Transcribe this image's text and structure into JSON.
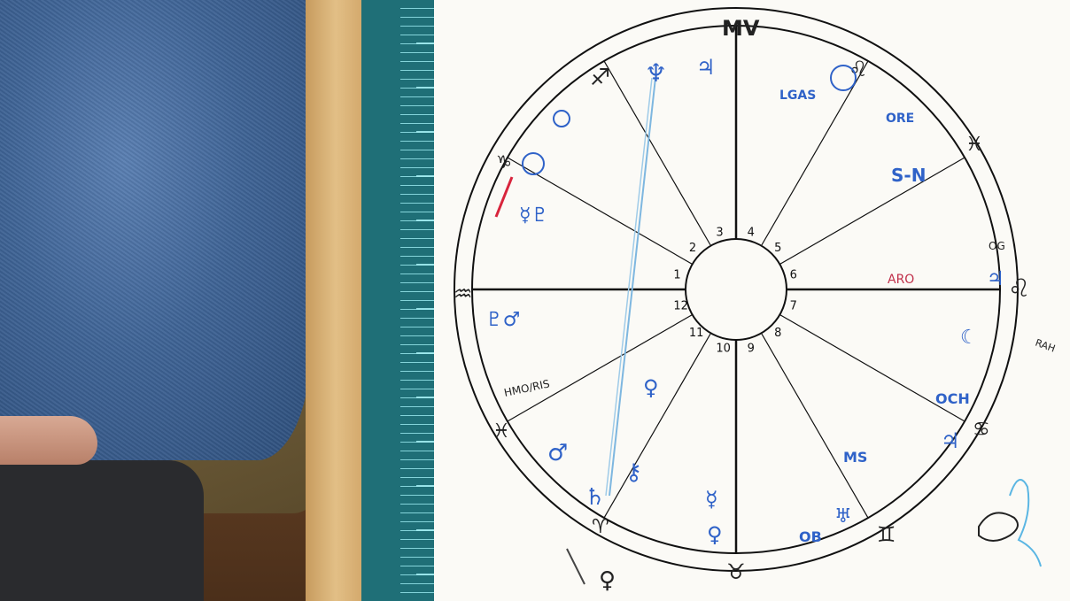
{
  "houses": [
    "1",
    "2",
    "3",
    "4",
    "5",
    "6",
    "7",
    "8",
    "9",
    "10",
    "11",
    "12"
  ],
  "notes": {
    "mc": "MV",
    "s_n": "S-N",
    "aro": "ARO",
    "ms": "MS",
    "och": "OCH",
    "ob": "OB",
    "og": "OG",
    "ch_top": "ORE",
    "hmo": "HMO/RIS",
    "ra": "RAH",
    "gas": "LGAS"
  },
  "colors": {
    "ink": "#111111",
    "blue": "#2f62c8",
    "pink": "#c0304a",
    "paper": "#fbfaf6"
  }
}
